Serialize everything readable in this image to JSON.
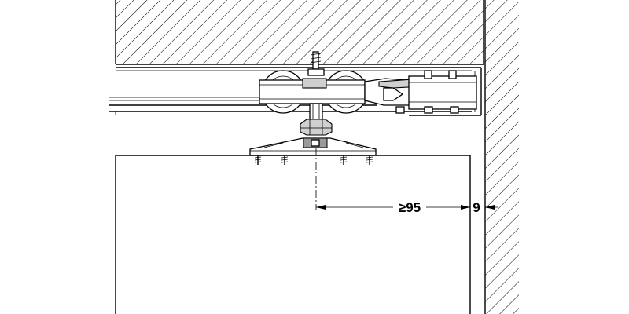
{
  "dimensions": {
    "min_clearance": "≥95",
    "wall_gap": "9"
  },
  "colors": {
    "line": "#000000",
    "background": "#ffffff",
    "shading": "#d0d0d0"
  },
  "hatch": {
    "ceiling": "diagonal-hatch",
    "wall": "diagonal-hatch"
  }
}
